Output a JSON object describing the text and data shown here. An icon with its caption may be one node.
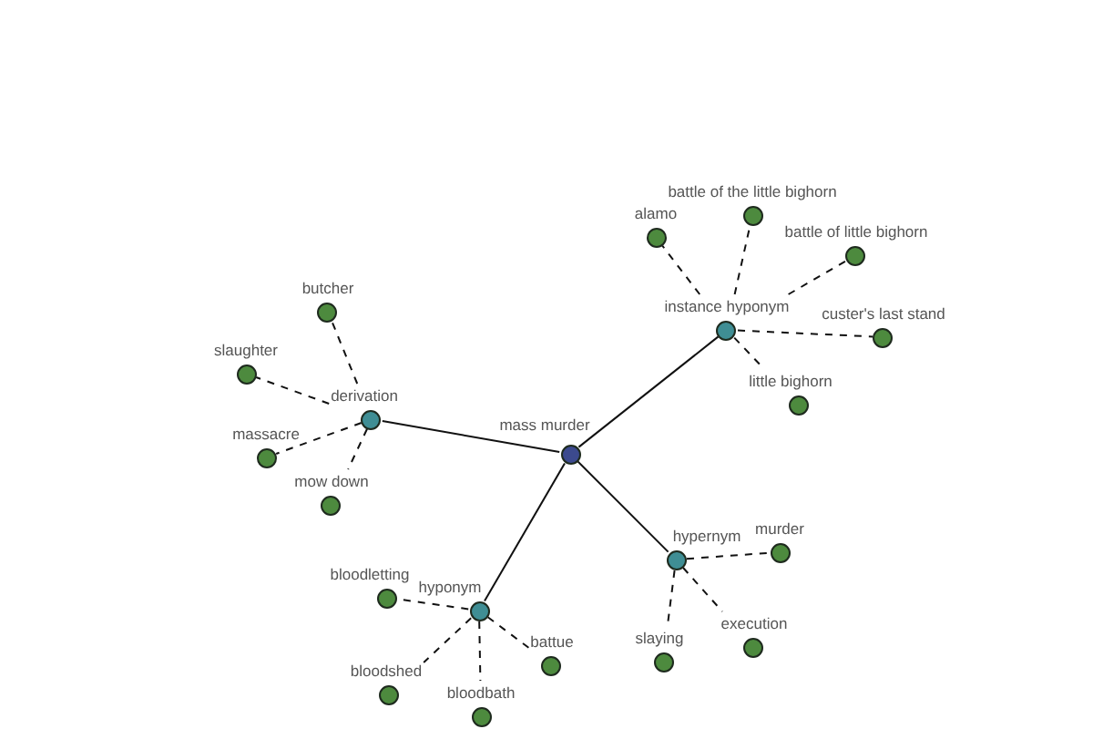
{
  "diagram": {
    "nodes": [
      {
        "text": [
          "battle of the little bighorn"
        ]
      },
      {
        "text": [
          "alamo"
        ]
      },
      {
        "text": [
          "battle of little bighorn"
        ]
      },
      {
        "text": [
          "butcher"
        ]
      },
      {
        "text": [
          "instance hyponym"
        ]
      },
      {
        "text": [
          "custer's last stand"
        ]
      },
      {
        "text": [
          "slaughter"
        ]
      },
      {
        "text": [
          "derivation"
        ]
      },
      {
        "text": [
          "little bighorn"
        ]
      },
      {
        "text": [
          "mass murder"
        ]
      },
      {
        "text": [
          "massacre"
        ]
      },
      {
        "text": [
          "mow down"
        ]
      },
      {
        "text": [
          "murder"
        ]
      },
      {
        "text": [
          "hypernym"
        ]
      },
      {
        "text": [
          "bloodletting"
        ]
      },
      {
        "text": [
          "hyponym"
        ]
      },
      {
        "text": [
          "slaying"
        ]
      },
      {
        "text": [
          "execution"
        ]
      },
      {
        "text": [
          "battue"
        ]
      },
      {
        "text": [
          "bloodshed"
        ]
      },
      {
        "text": [
          "bloodbath"
        ]
      }
    ],
    "edges": [
      {
        "from": 9,
        "to": 7,
        "arrow": "none"
      },
      {
        "from": 9,
        "to": 4,
        "arrow": "none"
      },
      {
        "from": 9,
        "to": 13,
        "arrow": "none"
      },
      {
        "from": 9,
        "to": 15,
        "arrow": "none"
      },
      {
        "from": 7,
        "to": 3,
        "arrow": "none",
        "style": "dashed"
      },
      {
        "from": 7,
        "to": 6,
        "arrow": "none",
        "style": "dashed"
      },
      {
        "from": 7,
        "to": 10,
        "arrow": "none",
        "style": "dashed"
      },
      {
        "from": 7,
        "to": 11,
        "arrow": "none",
        "style": "dashed"
      },
      {
        "from": 4,
        "to": 1,
        "arrow": "none",
        "style": "dashed"
      },
      {
        "from": 4,
        "to": 0,
        "arrow": "none",
        "style": "dashed"
      },
      {
        "from": 4,
        "to": 2,
        "arrow": "none",
        "style": "dashed"
      },
      {
        "from": 4,
        "to": 5,
        "arrow": "none",
        "style": "dashed"
      },
      {
        "from": 4,
        "to": 8,
        "arrow": "none",
        "style": "dashed"
      },
      {
        "from": 13,
        "to": 12,
        "arrow": "none",
        "style": "dashed"
      },
      {
        "from": 13,
        "to": 17,
        "arrow": "none",
        "style": "dashed"
      },
      {
        "from": 13,
        "to": 16,
        "arrow": "none",
        "style": "dashed"
      },
      {
        "from": 15,
        "to": 14,
        "arrow": "none",
        "style": "dashed"
      },
      {
        "from": 15,
        "to": 18,
        "arrow": "none",
        "style": "dashed"
      },
      {
        "from": 15,
        "to": 19,
        "arrow": "none",
        "style": "dashed"
      },
      {
        "from": 15,
        "to": 20,
        "arrow": "none",
        "style": "dashed"
      }
    ]
  }
}
